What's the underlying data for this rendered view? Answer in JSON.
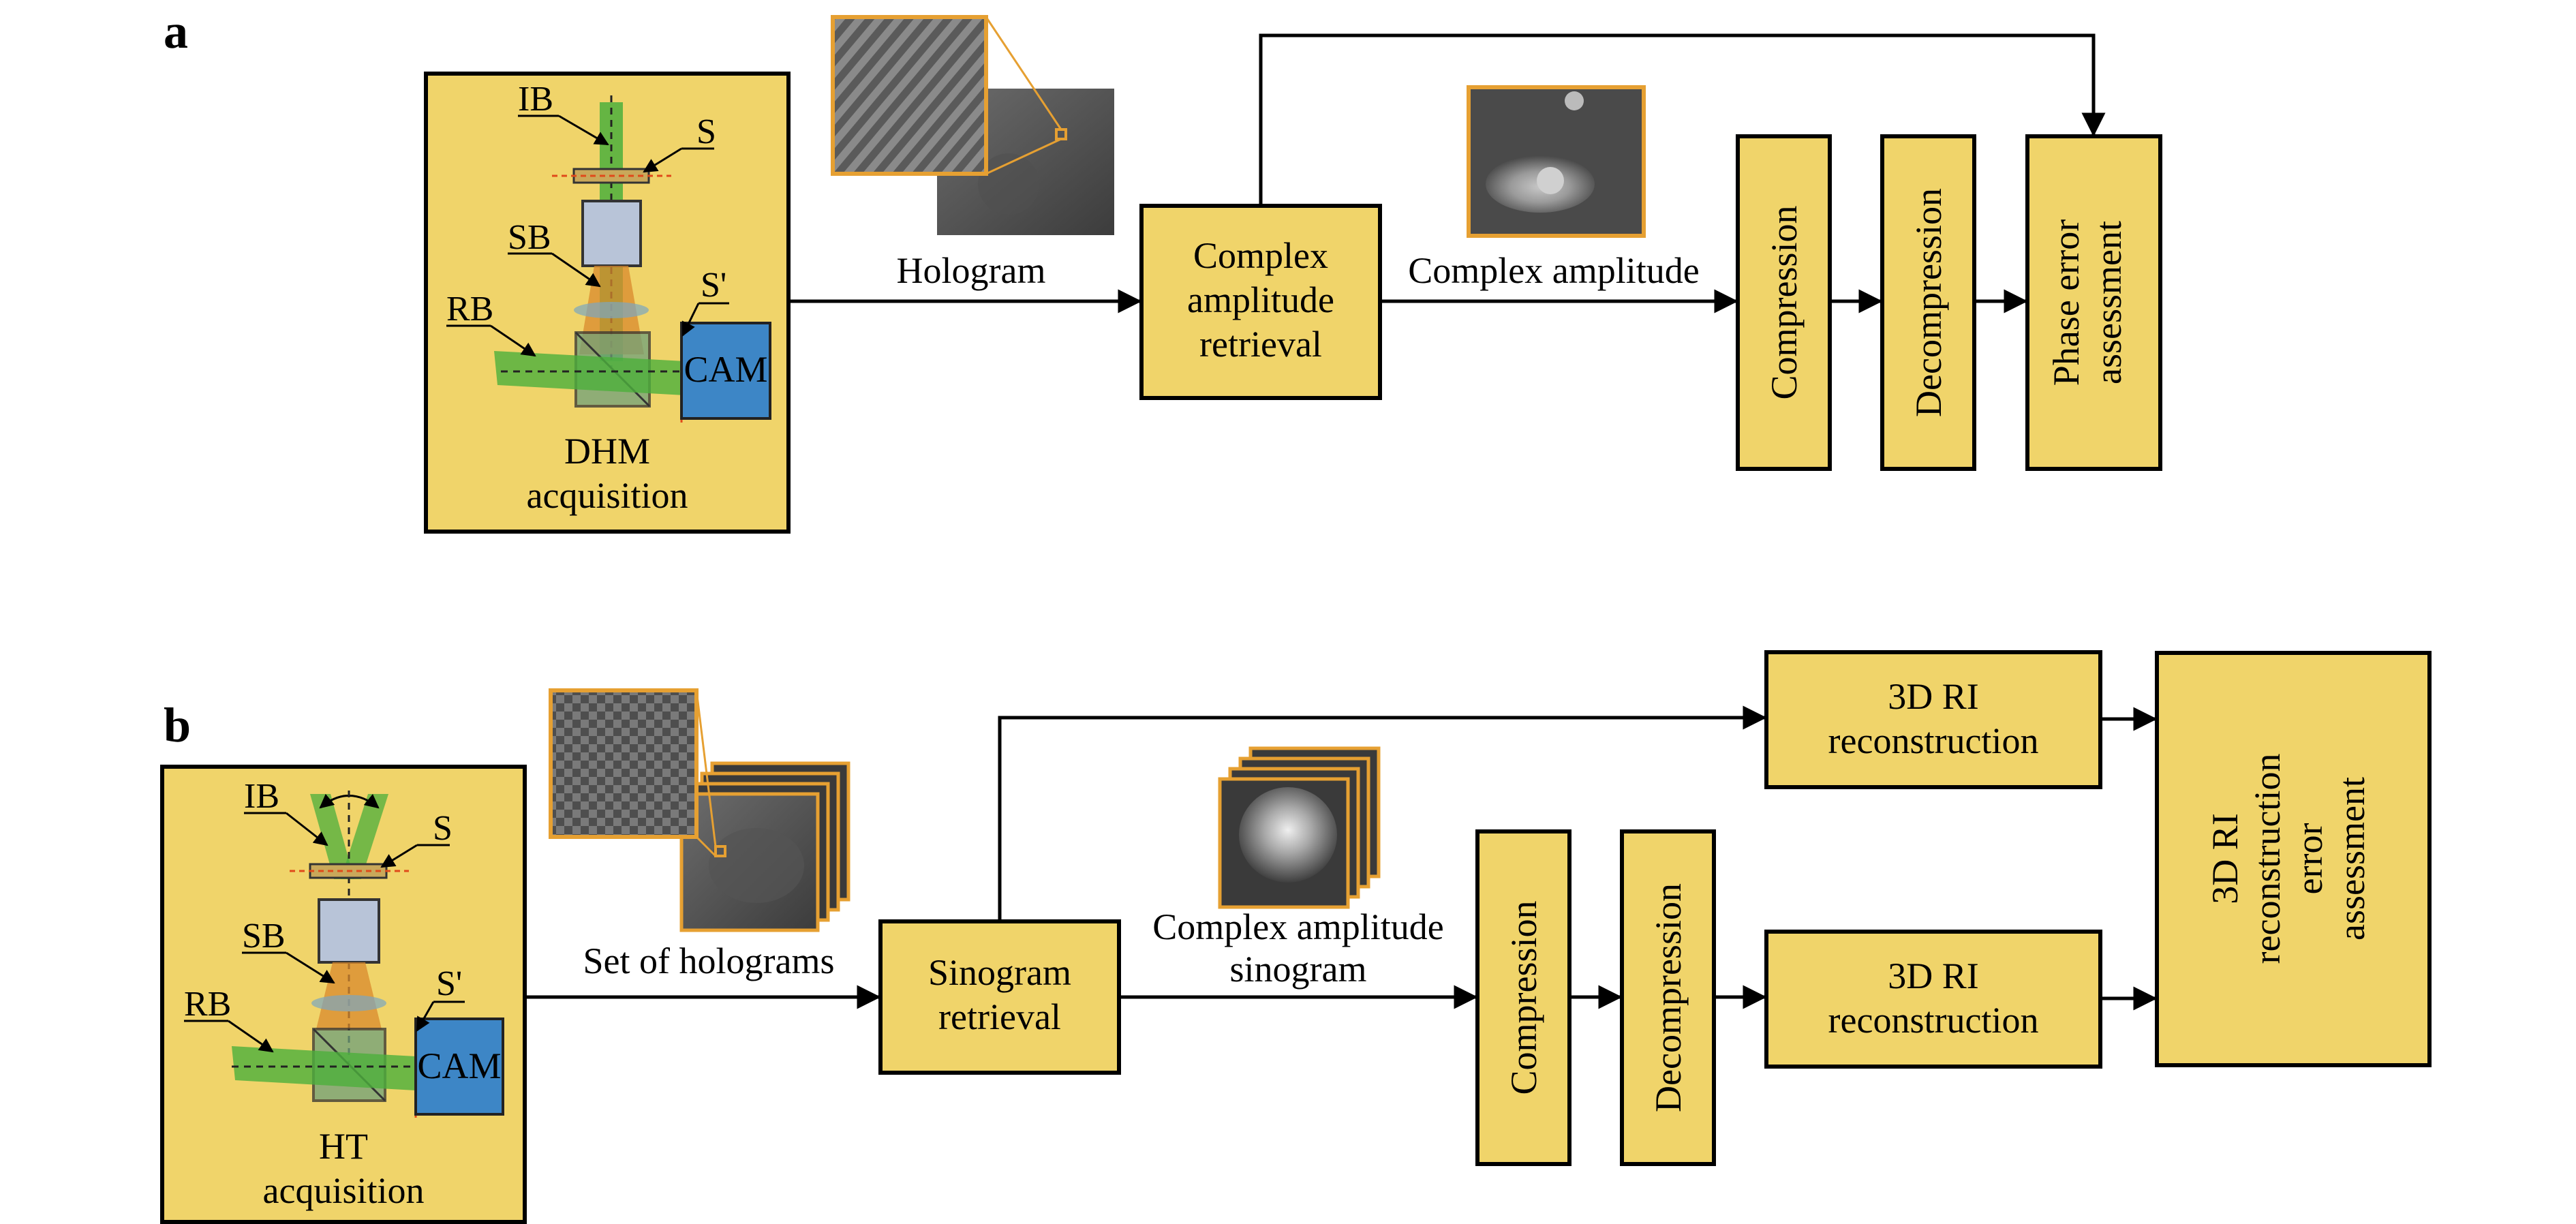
{
  "panel_a": {
    "letter": "a",
    "acquisition_label_1": "DHM",
    "acquisition_label_2": "acquisition",
    "optics": {
      "ib": "IB",
      "s": "S",
      "sb": "SB",
      "rb": "RB",
      "s_prime": "S'",
      "cam": "CAM"
    },
    "hologram_label": "Hologram",
    "retrieval_box": [
      "Complex",
      "amplitude",
      "retrieval"
    ],
    "amplitude_label": "Complex amplitude",
    "compression": "Compression",
    "decompression": "Decompression",
    "assessment": [
      "Phase error",
      "assessment"
    ]
  },
  "panel_b": {
    "letter": "b",
    "acquisition_label_1": "HT",
    "acquisition_label_2": "acquisition",
    "optics": {
      "ib": "IB",
      "s": "S",
      "sb": "SB",
      "rb": "RB",
      "s_prime": "S'",
      "cam": "CAM"
    },
    "holograms_label": "Set of holograms",
    "retrieval_box": [
      "Sinogram",
      "retrieval"
    ],
    "sinogram_label": [
      "Complex amplitude",
      "sinogram"
    ],
    "compression": "Compression",
    "decompression": "Decompression",
    "recon_top": [
      "3D RI",
      "reconstruction"
    ],
    "recon_bottom": [
      "3D RI",
      "reconstruction"
    ],
    "assessment": [
      "3D RI",
      "reconstruction",
      "error",
      "assessment"
    ]
  },
  "colors": {
    "box_fill": "#f0d46a",
    "box_stroke": "#000000",
    "cam_fill": "#3d86c6",
    "frame_orange": "#e6a032",
    "beam_green": "#4caf3c",
    "beam_orange": "#d98a2e"
  }
}
